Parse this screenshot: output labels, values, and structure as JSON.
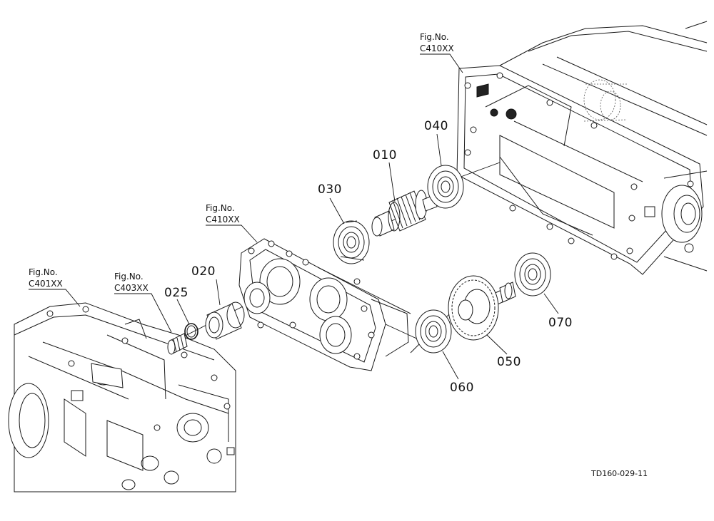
{
  "parts": [
    {
      "id": "p010",
      "label": "010"
    },
    {
      "id": "p020",
      "label": "020"
    },
    {
      "id": "p025",
      "label": "025"
    },
    {
      "id": "p030",
      "label": "030"
    },
    {
      "id": "p040",
      "label": "040"
    },
    {
      "id": "p050",
      "label": "050"
    },
    {
      "id": "p060",
      "label": "060"
    },
    {
      "id": "p070",
      "label": "070"
    }
  ],
  "figure_refs": [
    {
      "id": "ref-top",
      "line1": "Fig.No.",
      "line2": "C410XX"
    },
    {
      "id": "ref-mid",
      "line1": "Fig.No.",
      "line2": "C410XX"
    },
    {
      "id": "ref-left",
      "line1": "Fig.No.",
      "line2": "C401XX"
    },
    {
      "id": "ref-small",
      "line1": "Fig.No.",
      "line2": "C403XX"
    }
  ],
  "drawing_id": "TD160-029-11"
}
